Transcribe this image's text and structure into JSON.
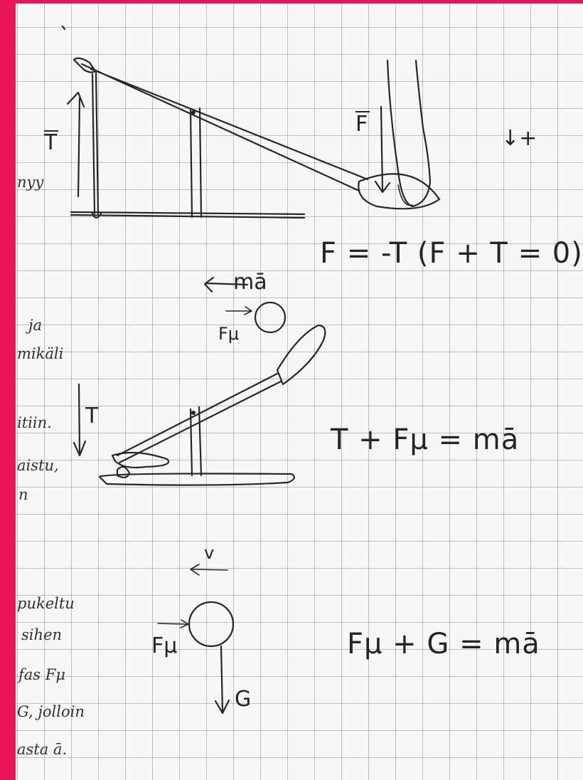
{
  "colors": {
    "edge": "#e91659",
    "ink": "#262626",
    "paper": "#f7f7f7",
    "grid": "#8a8a9a"
  },
  "diagram1": {
    "label_tension": "T",
    "label_force": "F",
    "direction_mark": "↓+",
    "equation": "F = -T  (F + T = 0)"
  },
  "diagram2": {
    "label_ma": "mā",
    "label_friction": "Fμ",
    "label_tension": "T",
    "equation": "T + Fμ = mā"
  },
  "diagram3": {
    "label_velocity": "v",
    "label_friction": "Fμ",
    "label_gravity": "G",
    "equation": "Fμ + G = mā"
  },
  "margin_notes": [
    "nyy",
    "ja",
    "mikäli",
    "itiin.",
    "aistu,",
    "n",
    "pukeltu",
    "sihen",
    "fas Fμ",
    "G, jolloin",
    "asta ā."
  ]
}
